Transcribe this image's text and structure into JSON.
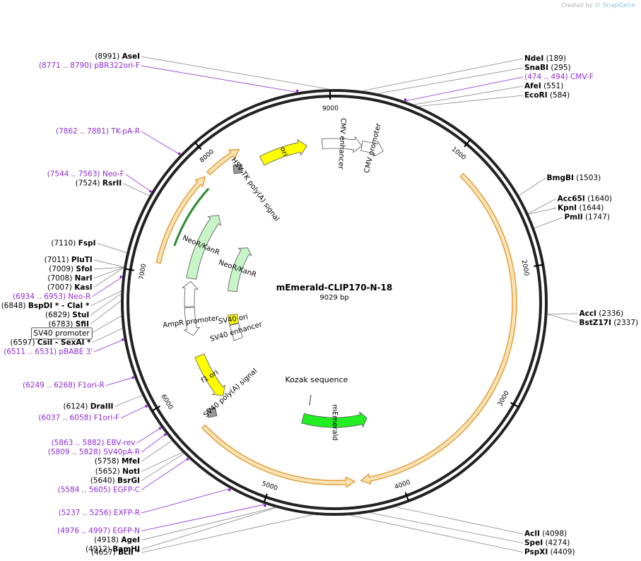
{
  "plasmid": {
    "name": "mEmerald-CLIP170-N-18",
    "size_label": "9029 bp",
    "length": 9029
  },
  "credit": {
    "prefix": "Created by",
    "brand": "SnapGene"
  },
  "colors": {
    "feature": "#8e2bd6",
    "site": "#000000",
    "orf": "#f0b84a",
    "ori": "#ffff00",
    "kanr": "#c8f5c8",
    "emerald": "#22ee22",
    "signal": "#999999",
    "ring": "#222222"
  },
  "ticks": [
    {
      "bp": 1000,
      "label": "1000"
    },
    {
      "bp": 2000,
      "label": "2000"
    },
    {
      "bp": 3000,
      "label": "3000"
    },
    {
      "bp": 4000,
      "label": "4000"
    },
    {
      "bp": 5000,
      "label": "5000"
    },
    {
      "bp": 6000,
      "label": "6000"
    },
    {
      "bp": 7000,
      "label": "7000"
    },
    {
      "bp": 8000,
      "label": "8000"
    },
    {
      "bp": 9000,
      "label": "9000"
    }
  ],
  "sites": [
    {
      "name": "AseI",
      "pos": "(8991)",
      "bp": 8991,
      "kind": "enzyme",
      "side": "L"
    },
    {
      "name": "NdeI",
      "pos": "(189)",
      "bp": 189,
      "kind": "enzyme",
      "side": "R"
    },
    {
      "name": "SnaBI",
      "pos": "(295)",
      "bp": 295,
      "kind": "enzyme",
      "side": "R"
    },
    {
      "name": "CMV-F",
      "pos": "(474 .. 494)",
      "bp": 484,
      "kind": "primer",
      "side": "R"
    },
    {
      "name": "AfeI",
      "pos": "(551)",
      "bp": 551,
      "kind": "enzyme",
      "side": "R"
    },
    {
      "name": "EcoRI",
      "pos": "(584)",
      "bp": 584,
      "kind": "enzyme",
      "side": "R"
    },
    {
      "name": "BmgBI",
      "pos": "(1503)",
      "bp": 1503,
      "kind": "enzyme",
      "side": "R"
    },
    {
      "name": "Acc65I",
      "pos": "(1640)",
      "bp": 1640,
      "kind": "enzyme",
      "side": "R"
    },
    {
      "name": "KpnI",
      "pos": "(1644)",
      "bp": 1644,
      "kind": "enzyme",
      "side": "R"
    },
    {
      "name": "PmlI",
      "pos": "(1747)",
      "bp": 1747,
      "kind": "enzyme",
      "side": "R"
    },
    {
      "name": "AccI",
      "pos": "(2336)",
      "bp": 2336,
      "kind": "enzyme",
      "side": "R"
    },
    {
      "name": "BstZ17I",
      "pos": "(2337)",
      "bp": 2337,
      "kind": "enzyme",
      "side": "R"
    },
    {
      "name": "AclI",
      "pos": "(4098)",
      "bp": 4098,
      "kind": "enzyme",
      "side": "R"
    },
    {
      "name": "SpeI",
      "pos": "(4274)",
      "bp": 4274,
      "kind": "enzyme",
      "side": "R"
    },
    {
      "name": "PspXI",
      "pos": "(4409)",
      "bp": 4409,
      "kind": "enzyme",
      "side": "R"
    },
    {
      "name": "BclI *",
      "pos": "(4657)",
      "bp": 4657,
      "kind": "enzyme",
      "side": "L"
    },
    {
      "name": "BamHI",
      "pos": "(4912)",
      "bp": 4912,
      "kind": "enzyme",
      "side": "L"
    },
    {
      "name": "AgeI",
      "pos": "(4918)",
      "bp": 4918,
      "kind": "enzyme",
      "side": "L"
    },
    {
      "name": "EGFP-N",
      "pos": "(4976 .. 4997)",
      "bp": 4987,
      "kind": "primer",
      "side": "L"
    },
    {
      "name": "EXFP-R",
      "pos": "(5237 .. 5256)",
      "bp": 5247,
      "kind": "primer",
      "side": "L"
    },
    {
      "name": "EGFP-C",
      "pos": "(5584 .. 5605)",
      "bp": 5595,
      "kind": "primer",
      "side": "L"
    },
    {
      "name": "BsrGI",
      "pos": "(5640)",
      "bp": 5640,
      "kind": "enzyme",
      "side": "L"
    },
    {
      "name": "NotI",
      "pos": "(5652)",
      "bp": 5652,
      "kind": "enzyme",
      "side": "L"
    },
    {
      "name": "MfeI",
      "pos": "(5758)",
      "bp": 5758,
      "kind": "enzyme",
      "side": "L"
    },
    {
      "name": "SV40pA-R",
      "pos": "(5809 .. 5828)",
      "bp": 5818,
      "kind": "primer",
      "side": "L"
    },
    {
      "name": "EBV-rev",
      "pos": "(5863 .. 5882)",
      "bp": 5872,
      "kind": "primer",
      "side": "L"
    },
    {
      "name": "F1ori-F",
      "pos": "(6037 .. 6058)",
      "bp": 6047,
      "kind": "primer",
      "side": "L"
    },
    {
      "name": "DraIII",
      "pos": "(6124)",
      "bp": 6124,
      "kind": "enzyme",
      "side": "L"
    },
    {
      "name": "F1ori-R",
      "pos": "(6249 .. 6268)",
      "bp": 6258,
      "kind": "primer",
      "side": "L"
    },
    {
      "name": "pBABE 3'",
      "pos": "(6511 .. 6531)",
      "bp": 6521,
      "kind": "primer",
      "side": "L"
    },
    {
      "name": "CsiI   - SexAI *",
      "pos": "(6597)",
      "bp": 6597,
      "kind": "enzyme",
      "side": "L"
    },
    {
      "name": "SV40 promoter",
      "pos": "",
      "bp": 6680,
      "kind": "box",
      "side": "L"
    },
    {
      "name": "SfiI",
      "pos": "(6783)",
      "bp": 6783,
      "kind": "enzyme",
      "side": "L"
    },
    {
      "name": "StuI",
      "pos": "(6829)",
      "bp": 6829,
      "kind": "enzyme",
      "side": "L"
    },
    {
      "name": "BspDI *  - ClaI *",
      "pos": "(6848)",
      "bp": 6848,
      "kind": "enzyme",
      "side": "L"
    },
    {
      "name": "Neo-R",
      "pos": "(6934 .. 6953)",
      "bp": 6943,
      "kind": "primer",
      "side": "L"
    },
    {
      "name": "KasI",
      "pos": "(7007)",
      "bp": 7007,
      "kind": "enzyme",
      "side": "L"
    },
    {
      "name": "NarI",
      "pos": "(7008)",
      "bp": 7008,
      "kind": "enzyme",
      "side": "L"
    },
    {
      "name": "SfoI",
      "pos": "(7009)",
      "bp": 7009,
      "kind": "enzyme",
      "side": "L"
    },
    {
      "name": "PluTI",
      "pos": "(7011)",
      "bp": 7011,
      "kind": "enzyme",
      "side": "L"
    },
    {
      "name": "FspI",
      "pos": "(7110)",
      "bp": 7110,
      "kind": "enzyme",
      "side": "L"
    },
    {
      "name": "RsrII",
      "pos": "(7524)",
      "bp": 7524,
      "kind": "enzyme",
      "side": "L"
    },
    {
      "name": "Neo-F",
      "pos": "(7544 .. 7563)",
      "bp": 7553,
      "kind": "primer",
      "side": "L"
    },
    {
      "name": "TK-pA-R",
      "pos": "(7862 .. 7881)",
      "bp": 7871,
      "kind": "primer",
      "side": "L"
    },
    {
      "name": "pBR322ori-F",
      "pos": "(8771 .. 8790)",
      "bp": 8780,
      "kind": "primer",
      "side": "L"
    }
  ],
  "features": [
    {
      "name": "mEmerald",
      "start": 4120,
      "end": 4895,
      "dir": -1,
      "track": 5,
      "fill": "#22ee22",
      "label": "mEmerald"
    },
    {
      "name": "CLIP170 ORF",
      "start": 1130,
      "end": 4300,
      "dir": 1,
      "track": 1,
      "fill": "#f0b84a",
      "label": ""
    },
    {
      "name": "CLIP170 ORF 2",
      "start": 4350,
      "end": 5680,
      "dir": -1,
      "track": 1,
      "fill": "#f0b84a",
      "label": ""
    },
    {
      "name": "NeoR/KanR outer",
      "start": 7090,
      "end": 7880,
      "dir": 1,
      "track": 1,
      "fill": "#f0b84a",
      "label": ""
    },
    {
      "name": "NeoR/KanR 2",
      "start": 7920,
      "end": 8230,
      "dir": 1,
      "track": 1,
      "fill": "#f0b84a",
      "label": ""
    },
    {
      "name": "ori",
      "start": 8350,
      "end": 8780,
      "dir": 1,
      "track": 3,
      "fill": "#ffff00",
      "label": "ori"
    },
    {
      "name": "CMV enhancer",
      "start": 8920,
      "end": 250,
      "dir": 1,
      "track": 3,
      "fill": "#ffffff",
      "label": "CMV enhancer"
    },
    {
      "name": "CMV promoter",
      "start": 250,
      "end": 450,
      "dir": 1,
      "track": 3,
      "fill": "#ffffff",
      "label": "CMV promoter"
    },
    {
      "name": "AmpR promoter",
      "start": 6440,
      "end": 6720,
      "dir": -1,
      "track": 4,
      "fill": "#ffffff",
      "label": "AmpR promoter"
    },
    {
      "name": "f1 ori",
      "start": 5770,
      "end": 6230,
      "dir": -1,
      "track": 4,
      "fill": "#ffff00",
      "label": "f1 ori"
    },
    {
      "name": "SV40 promoter arr",
      "start": 6730,
      "end": 6980,
      "dir": 1,
      "track": 4,
      "fill": "#ffffff",
      "label": ""
    },
    {
      "name": "NeoR/KanR 4",
      "start": 7010,
      "end": 7700,
      "dir": 1,
      "track": 4,
      "fill": "#c8f5c8",
      "label": "NeoR/KanR"
    },
    {
      "name": "NeoR/KanR 6",
      "start": 6930,
      "end": 7580,
      "dir": 1,
      "track": 6,
      "fill": "#c8f5c8",
      "label": "NeoR/KanR"
    },
    {
      "name": "SV40 ori",
      "start": 6470,
      "end": 6600,
      "dir": 0,
      "track": 6,
      "fill": "#ffff00",
      "label": "SV40 ori"
    },
    {
      "name": "SV40 enhancer",
      "start": 6250,
      "end": 6460,
      "dir": 0,
      "track": 6,
      "fill": "#ffffff",
      "label": "SV40 enhancer"
    }
  ],
  "inner_lines": [
    {
      "name": "NeoR inner green",
      "start": 7260,
      "end": 7830,
      "track": 2,
      "color": "#2e8b2e"
    }
  ],
  "signals": [
    {
      "name": "HSV TK poly(A) signal",
      "bp": 8130,
      "track": 4,
      "label": "HSV TK poly(A) signal"
    },
    {
      "name": "SV40 poly(A) signal",
      "bp": 5720,
      "track": 4,
      "label": "SV40 poly(A) signal"
    }
  ],
  "kozak": {
    "label": "Kozak sequence",
    "bp": 4870
  }
}
